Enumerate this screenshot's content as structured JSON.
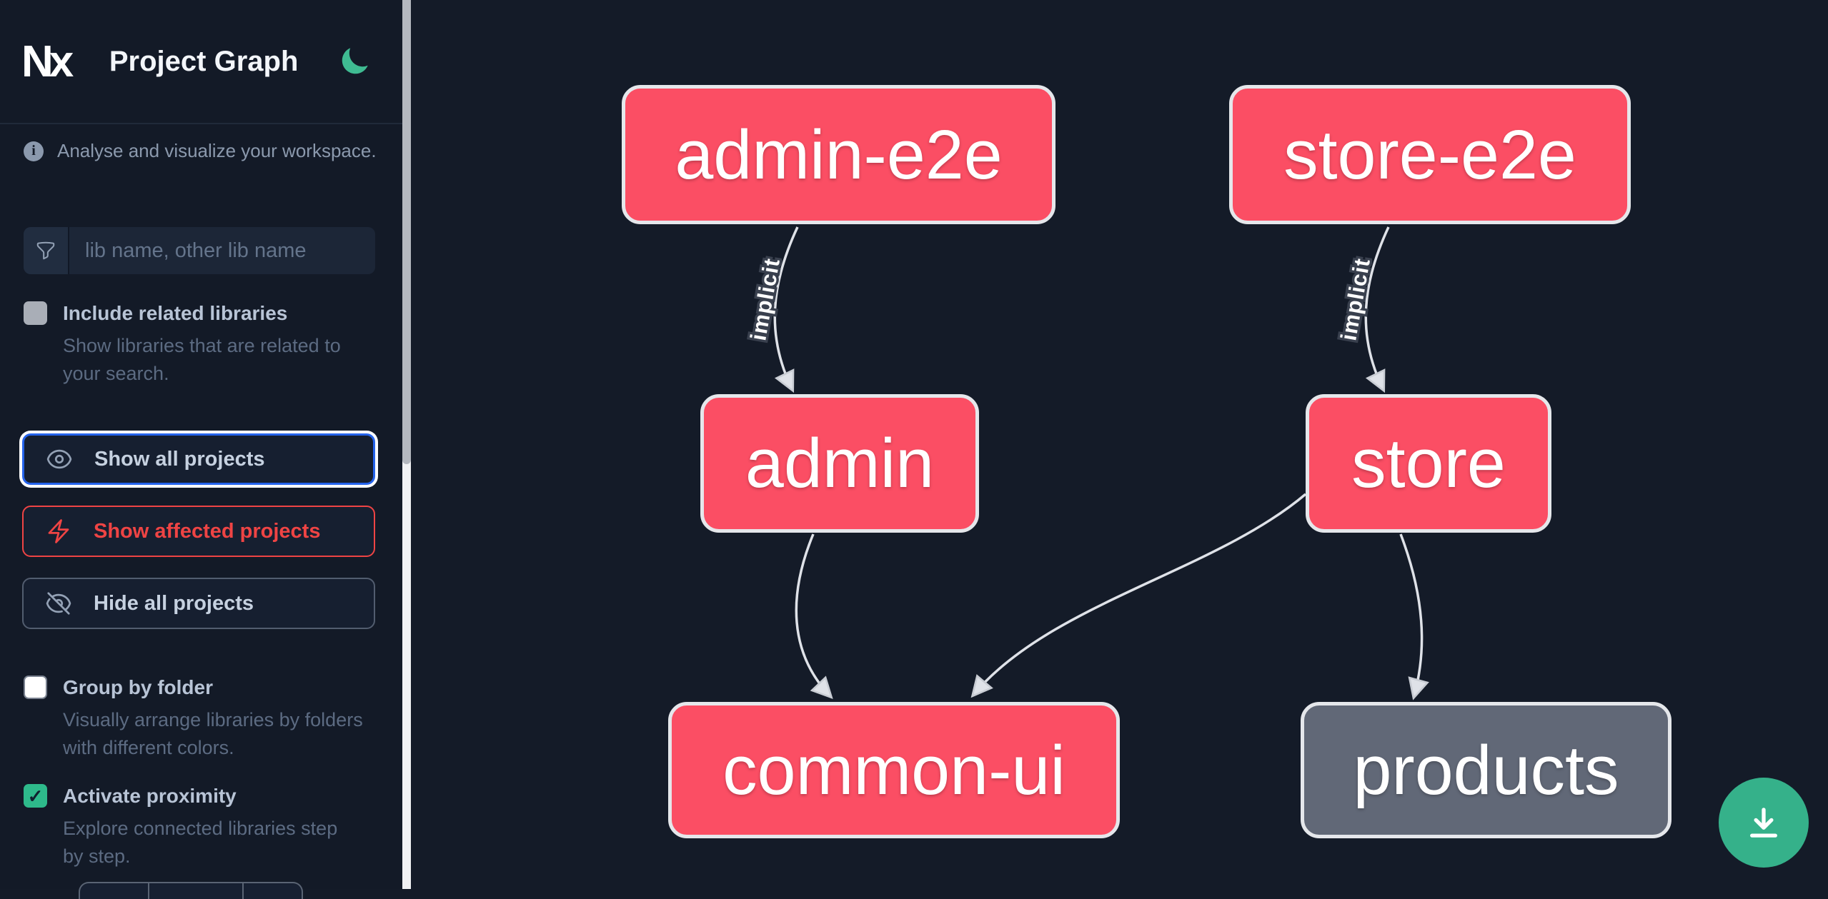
{
  "app": {
    "logo_text": "Nx",
    "title": "Project Graph"
  },
  "theme": {
    "sidebar_bg": "#131a27",
    "canvas_bg": "#141b28",
    "accent_blue": "#2563eb",
    "accent_red": "#ef4444",
    "accent_green": "#2eba8b",
    "node_pink": "#fb4e64",
    "node_gray": "#616877",
    "edge_color": "#dfe2e8",
    "fab_green": "#35b18a",
    "moon_green": "#3fbb92"
  },
  "sidebar": {
    "subtitle": "Analyse and visualize your workspace.",
    "search": {
      "placeholder": "lib name, other lib name",
      "value": ""
    },
    "options": [
      {
        "label": "Include related libraries",
        "description": "Show libraries that are related to your search.",
        "checked": false
      },
      {
        "label": "Group by folder",
        "description": "Visually arrange libraries by folders with different colors.",
        "checked": false
      },
      {
        "label": "Activate proximity",
        "description": "Explore connected libraries step by step.",
        "checked": true
      }
    ],
    "buttons": [
      {
        "label": "Show all projects",
        "icon": "eye-icon"
      },
      {
        "label": "Show affected projects",
        "icon": "bolt-icon"
      },
      {
        "label": "Hide all projects",
        "icon": "eye-slash-icon"
      }
    ]
  },
  "graph": {
    "nodes": [
      {
        "id": "admin-e2e",
        "label": "admin-e2e",
        "color": "#fb4e64"
      },
      {
        "id": "store-e2e",
        "label": "store-e2e",
        "color": "#fb4e64"
      },
      {
        "id": "admin",
        "label": "admin",
        "color": "#fb4e64"
      },
      {
        "id": "store",
        "label": "store",
        "color": "#fb4e64"
      },
      {
        "id": "common-ui",
        "label": "common-ui",
        "color": "#fb4e64"
      },
      {
        "id": "products",
        "label": "products",
        "color": "#616877"
      }
    ],
    "edges": [
      {
        "source": "admin-e2e",
        "target": "admin",
        "label": "implicit"
      },
      {
        "source": "store-e2e",
        "target": "store",
        "label": "implicit"
      },
      {
        "source": "admin",
        "target": "common-ui",
        "label": ""
      },
      {
        "source": "store",
        "target": "common-ui",
        "label": ""
      },
      {
        "source": "store",
        "target": "products",
        "label": ""
      }
    ]
  },
  "fab": {
    "action": "download"
  }
}
